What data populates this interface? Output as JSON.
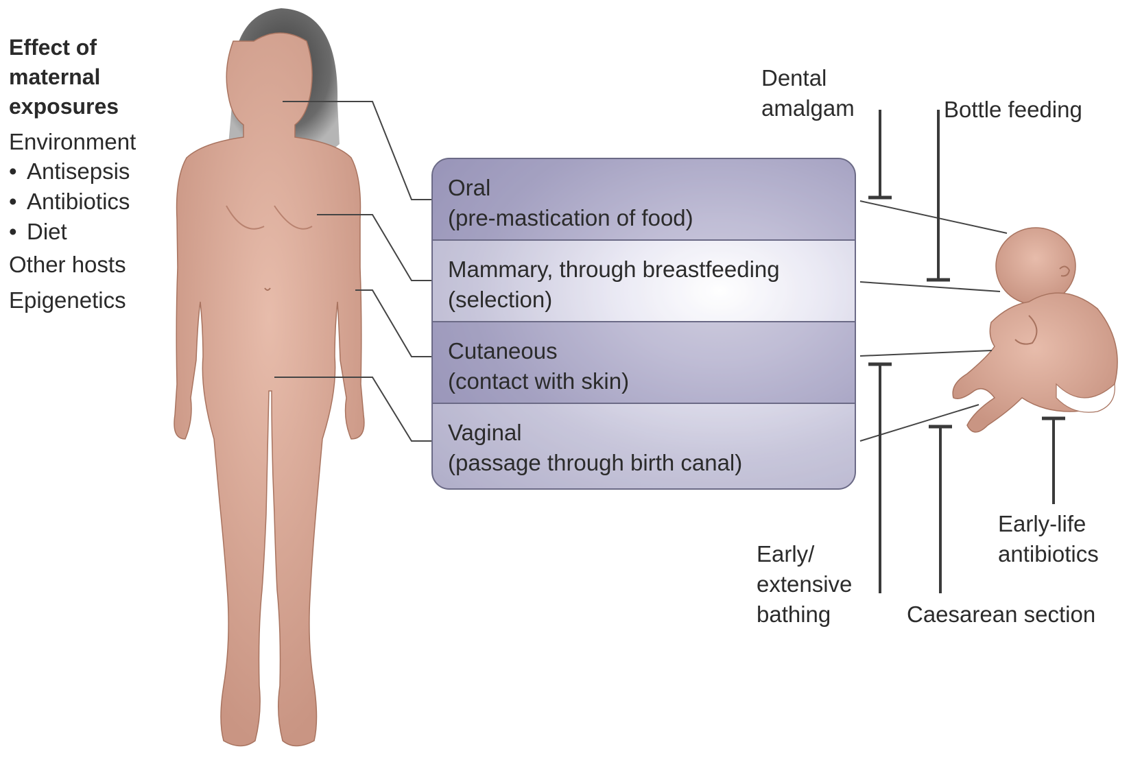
{
  "maternal": {
    "title": "Effect of\nmaternal\nexposures",
    "environment_heading": "Environment",
    "environment_items": [
      "Antisepsis",
      "Antibiotics",
      "Diet"
    ],
    "bullet": "•",
    "other_hosts": "Other hosts",
    "epigenetics": "Epigenetics"
  },
  "routes": [
    {
      "title": "Oral",
      "subtitle": "(pre-mastication of food)"
    },
    {
      "title": "Mammary, through breastfeeding",
      "subtitle": "(selection)"
    },
    {
      "title": "Cutaneous",
      "subtitle": "(contact with skin)"
    },
    {
      "title": "Vaginal",
      "subtitle": "(passage through birth canal)"
    }
  ],
  "disruptors": {
    "dental_amalgam": [
      "Dental",
      "amalgam"
    ],
    "bottle_feeding": "Bottle feeding",
    "early_bathing": [
      "Early/",
      "extensive",
      "bathing"
    ],
    "caesarean": "Caesarean section",
    "early_antibiotics": [
      "Early-life",
      "antibiotics"
    ]
  },
  "colors": {
    "skin": "#d9a896",
    "skin_dark": "#b98472",
    "hair": "#5a5a5a",
    "box_border": "#6b6a86",
    "box_fill": "#aeacc8",
    "line": "#444444"
  }
}
